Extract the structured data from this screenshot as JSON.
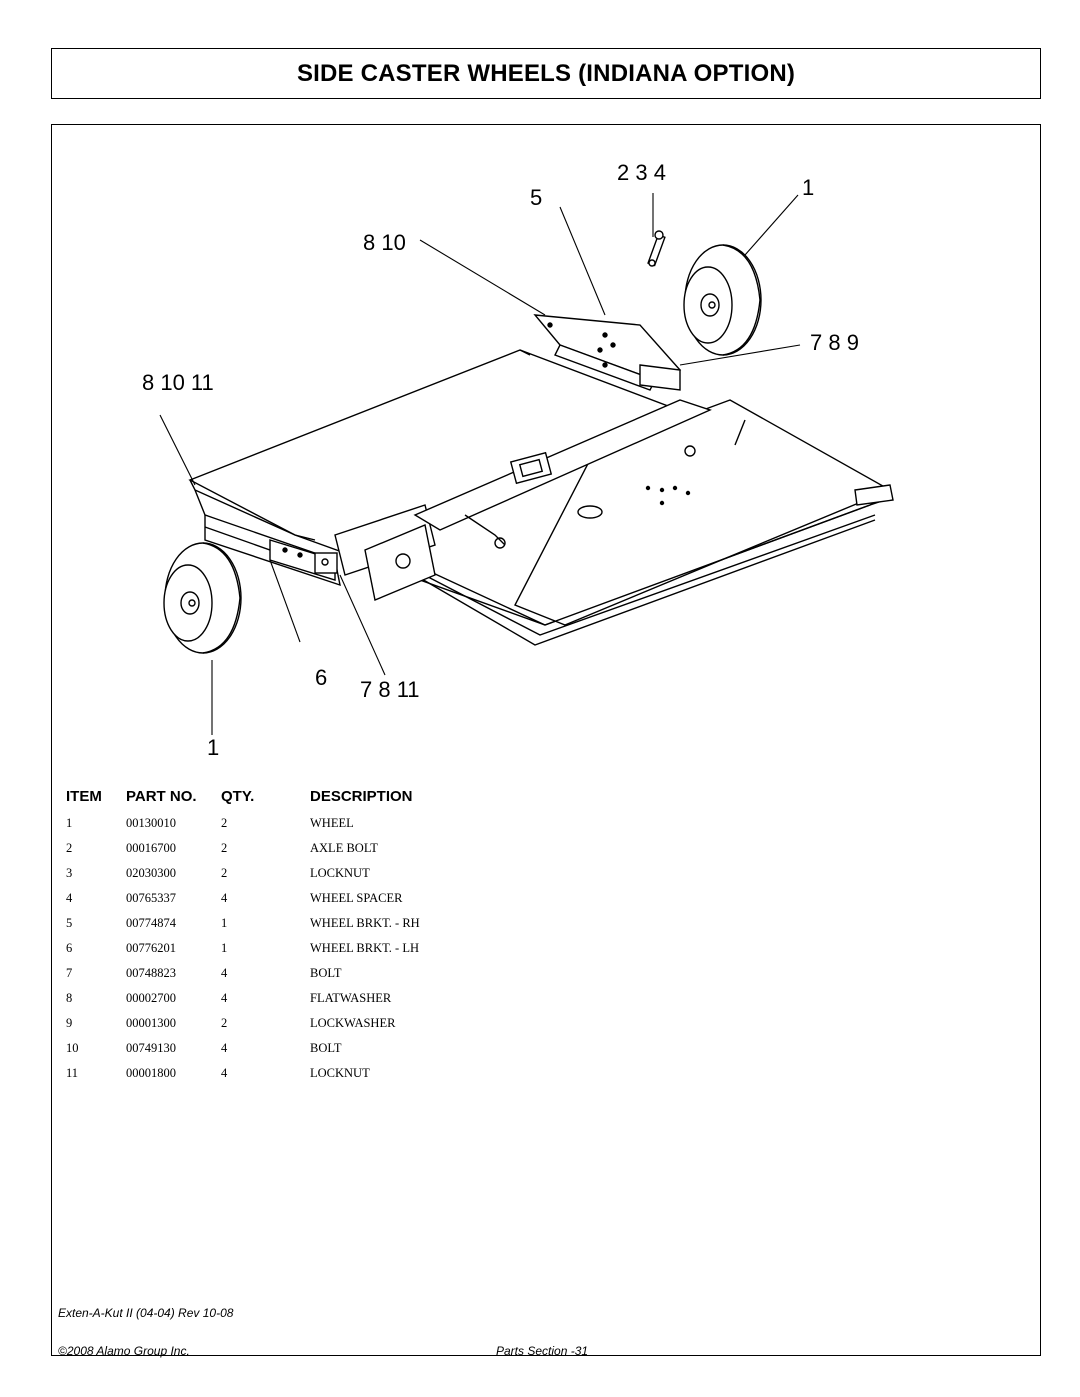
{
  "page": {
    "title": "SIDE CASTER WHEELS  (INDIANA OPTION)"
  },
  "diagram": {
    "callouts": {
      "c234": "2 3 4",
      "c5": "5",
      "c1_top": "1",
      "c810_top": "8 10",
      "c789": "7 8 9",
      "c81011": "8  10  11",
      "c6": "6",
      "c7811": "7  8 11",
      "c1_bottom": "1"
    }
  },
  "table": {
    "headers": {
      "item": "ITEM",
      "part_no": "PART NO.",
      "qty": "QTY.",
      "description": "DESCRIPTION"
    },
    "rows": [
      {
        "item": "1",
        "part_no": "00130010",
        "qty": "2",
        "description": "WHEEL"
      },
      {
        "item": "2",
        "part_no": "00016700",
        "qty": "2",
        "description": "AXLE BOLT"
      },
      {
        "item": "3",
        "part_no": "02030300",
        "qty": "2",
        "description": "LOCKNUT"
      },
      {
        "item": "4",
        "part_no": "00765337",
        "qty": "4",
        "description": "WHEEL SPACER"
      },
      {
        "item": "5",
        "part_no": "00774874",
        "qty": "1",
        "description": "WHEEL BRKT. - RH"
      },
      {
        "item": "6",
        "part_no": "00776201",
        "qty": "1",
        "description": "WHEEL BRKT. - LH"
      },
      {
        "item": "7",
        "part_no": "00748823",
        "qty": "4",
        "description": "BOLT"
      },
      {
        "item": "8",
        "part_no": "00002700",
        "qty": "4",
        "description": "FLATWASHER"
      },
      {
        "item": "9",
        "part_no": "00001300",
        "qty": "2",
        "description": "LOCKWASHER"
      },
      {
        "item": "10",
        "part_no": "00749130",
        "qty": "4",
        "description": "BOLT"
      },
      {
        "item": "11",
        "part_no": "00001800",
        "qty": "4",
        "description": "LOCKNUT"
      }
    ]
  },
  "footer": {
    "doc_rev": "Exten-A-Kut II (04-04) Rev 10-08",
    "copyright": "©2008 Alamo Group Inc.",
    "page_ref": "Parts Section -31"
  }
}
